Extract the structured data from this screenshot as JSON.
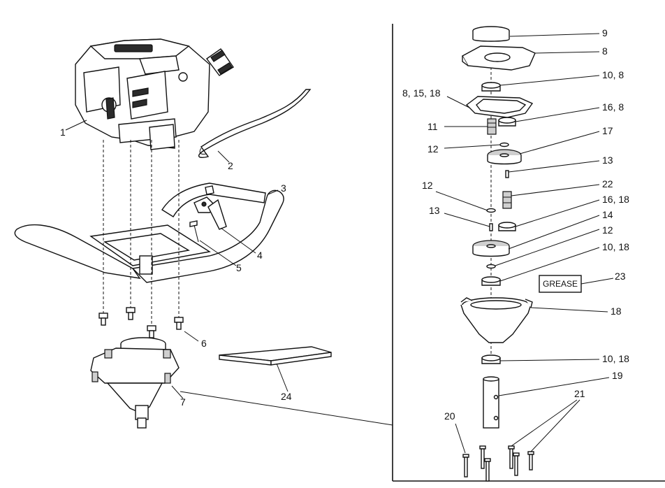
{
  "callouts": {
    "c1": "1",
    "c2": "2",
    "c3": "3",
    "c4": "4",
    "c5": "5",
    "c6": "6",
    "c7": "7",
    "c24": "24",
    "c9": "9",
    "c8": "8",
    "c10_8": "10, 8",
    "c8_15_18": "8, 15, 18",
    "c16_8": "16, 8",
    "c11": "11",
    "c17": "17",
    "c12a": "12",
    "c13a": "13",
    "c12b": "12",
    "c22": "22",
    "c16_18": "16, 18",
    "c13b": "13",
    "c14": "14",
    "c12c": "12",
    "c10_18a": "10, 18",
    "c23": "23",
    "c18": "18",
    "c10_18b": "10, 18",
    "c19": "19",
    "c21": "21",
    "c20": "20"
  },
  "grease_label": "GREASE"
}
